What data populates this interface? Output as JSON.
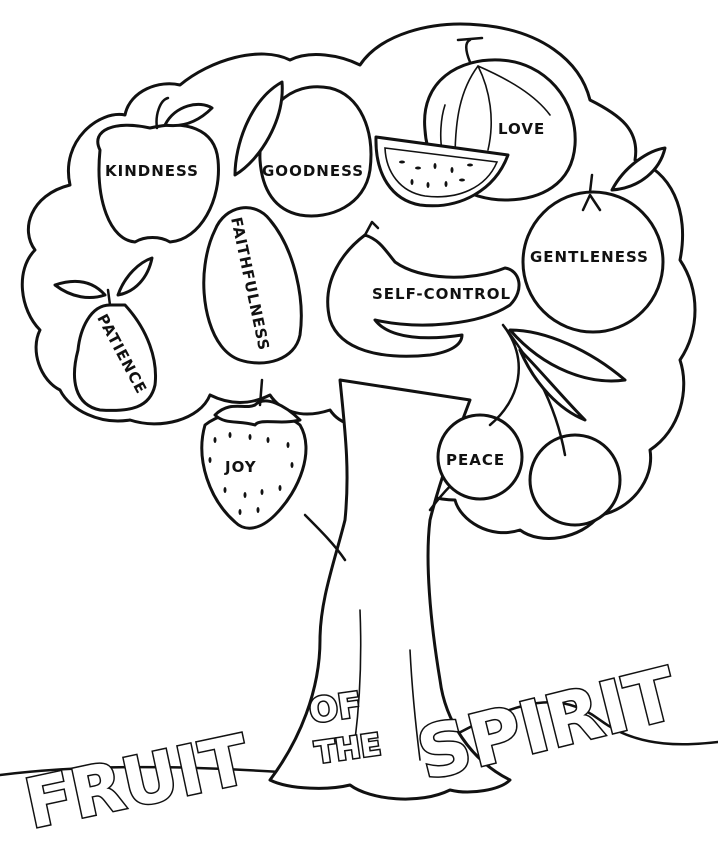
{
  "page": {
    "title_words": [
      "FRUIT",
      "OF",
      "THE",
      "SPIRIT"
    ],
    "colors": {
      "line": "#111111",
      "background": "#ffffff"
    }
  },
  "fruits": [
    {
      "fruit": "apple",
      "label": "KINDNESS"
    },
    {
      "fruit": "mango",
      "label": "GOODNESS"
    },
    {
      "fruit": "watermelon",
      "label": "LOVE"
    },
    {
      "fruit": "orange",
      "label": "GENTLENESS"
    },
    {
      "fruit": "papaya",
      "label": "FAITHFULNESS"
    },
    {
      "fruit": "banana",
      "label": "SELF-CONTROL"
    },
    {
      "fruit": "pear",
      "label": "PATIENCE"
    },
    {
      "fruit": "strawberry",
      "label": "JOY"
    },
    {
      "fruit": "cherry",
      "label": "PEACE"
    }
  ]
}
